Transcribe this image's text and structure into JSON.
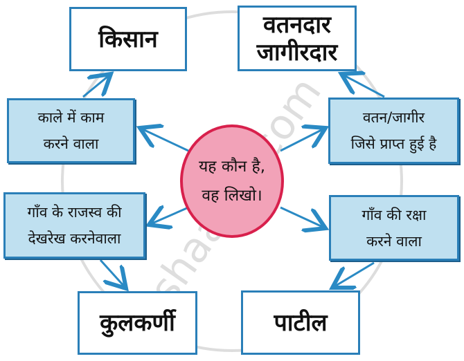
{
  "center": {
    "line1": "यह कौन है,",
    "line2": "वह लिखो।"
  },
  "answers": {
    "top_left": "किसान",
    "top_right_line1": "वतनदार",
    "top_right_line2": "जागीरदार",
    "bottom_left": "कुलकर्णी",
    "bottom_right": "पाटील"
  },
  "clues": {
    "upper_left": {
      "line1": "काले में काम",
      "line2": "करने वाला"
    },
    "upper_right": {
      "line1": "वतन/जागीर",
      "line2": "जिसे प्राप्त हुई है"
    },
    "lower_left": {
      "line1": "गाँव के राजस्व की",
      "line2": "देखरेख करनेवाला"
    },
    "lower_right": {
      "line1": "गाँव की रक्षा",
      "line2": "करने वाला"
    }
  },
  "watermark": "shaalaa.com",
  "colors": {
    "box_border": "#2a7fb8",
    "clue_fill": "#bfe0f0",
    "circle_fill": "#f2a2b8",
    "circle_border": "#d8204c"
  }
}
